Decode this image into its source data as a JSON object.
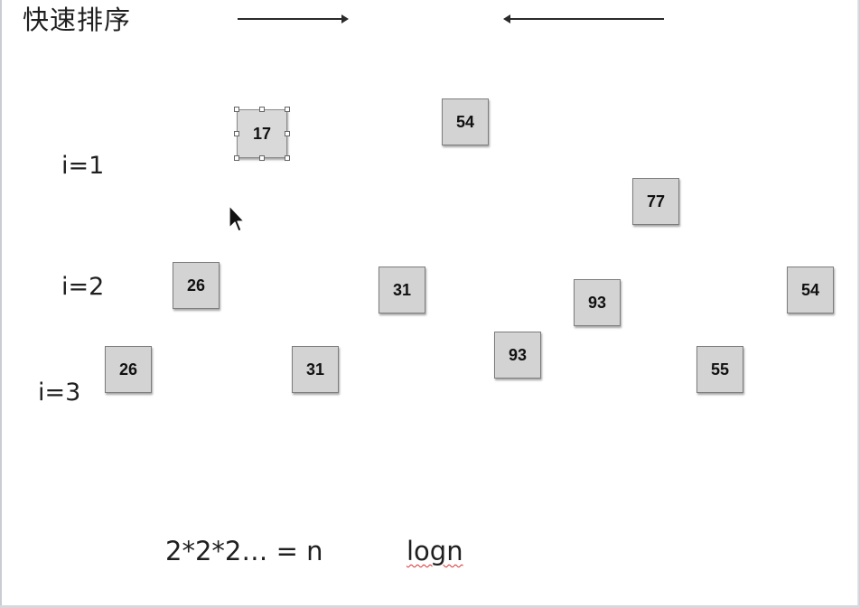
{
  "slide": {
    "title": "快速排序",
    "row_labels": [
      "i=1",
      "i=2",
      "i=3"
    ],
    "boxes": {
      "b17": "17",
      "b54_top": "54",
      "b77": "77",
      "b26_row2": "26",
      "b31_row2": "31",
      "b93_row2": "93",
      "b54_row2": "54",
      "b26_row3": "26",
      "b31_row3": "31",
      "b93_row3": "93",
      "b55_row3": "55"
    },
    "formula": "2*2*2… = n",
    "complexity": "logn"
  },
  "icons": {
    "right_arrow": "right-arrow-icon",
    "left_arrow": "left-arrow-icon",
    "cursor": "mouse-pointer-icon"
  },
  "colors": {
    "box_fill": "#d3d3d3",
    "box_border": "#7d7d7d",
    "spellcheck_underline": "#d62f2f"
  }
}
